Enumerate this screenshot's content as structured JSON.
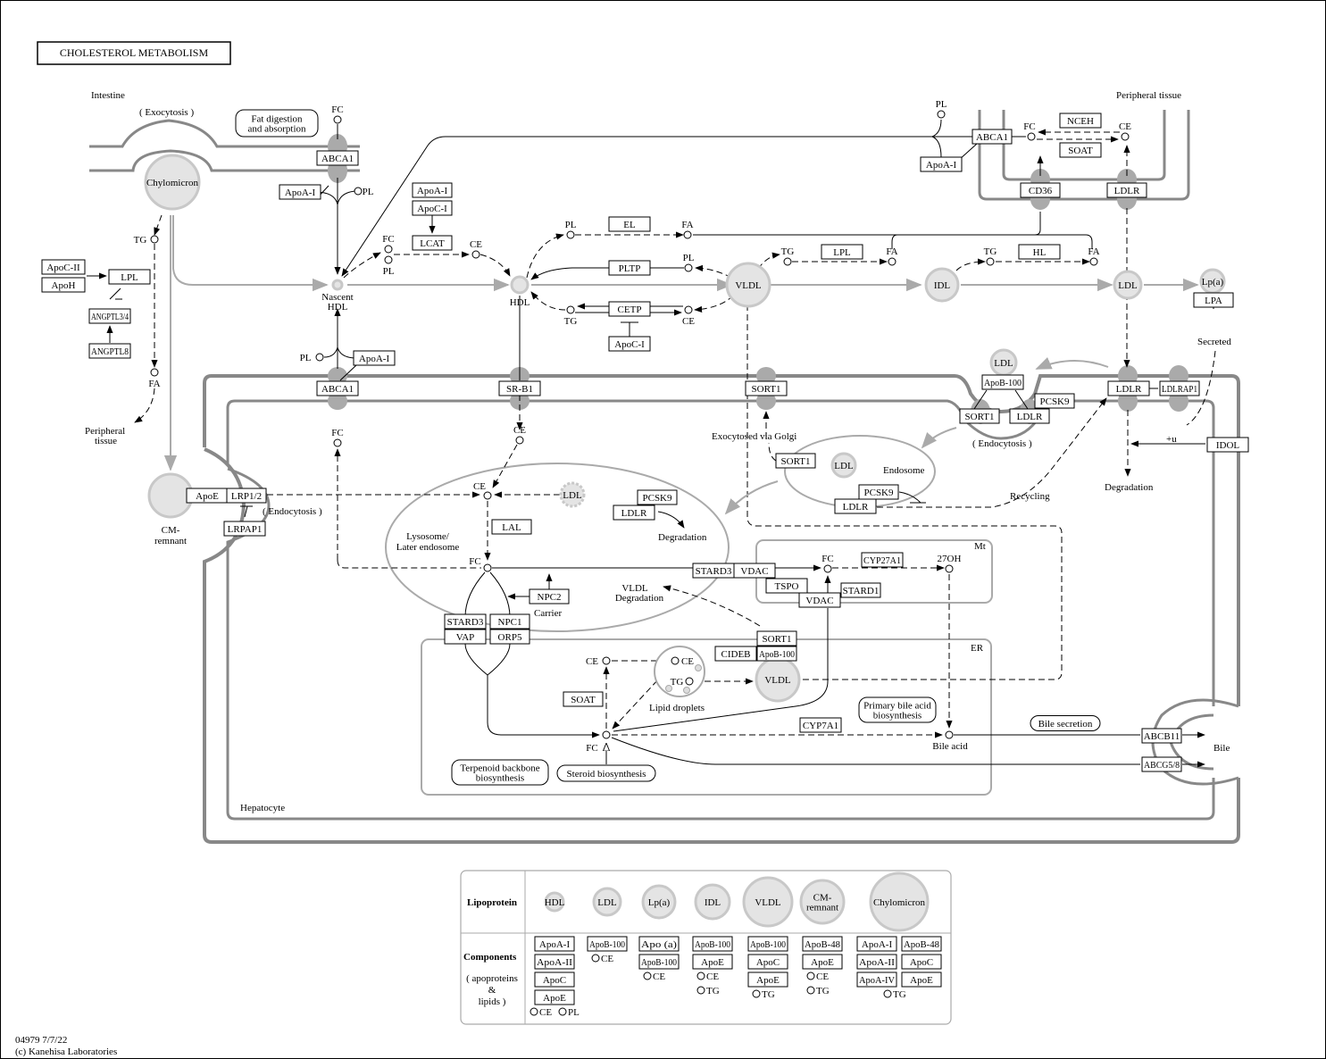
{
  "title": "CHOLESTEROL METABOLISM",
  "footer": {
    "id_date": "04979 7/7/22",
    "copyright": "(c) Kanehisa Laboratories"
  },
  "regions": {
    "intestine": "Intestine",
    "exocytosis": "( Exocytosis )",
    "peripheral_tissue_top": "Peripheral tissue",
    "peripheral_tissue_left": [
      "Peripheral",
      "tissue"
    ],
    "hepatocyte": "Hepatocyte",
    "lysosome": [
      "Lysosome/",
      "Later endosome"
    ],
    "endosome": "Endosome",
    "mt": "Mt",
    "er": "ER",
    "bile": "Bile",
    "lipid_droplets": "Lipid droplets",
    "endocytosis": "( Endocytosis )",
    "exocytosed_golgi": "Exocytosed via Golgi",
    "recycling": "Recycling",
    "degradation": "Degradation",
    "vldl_degradation": [
      "VLDL",
      "Degradation"
    ],
    "secreted": "Secreted",
    "carrier": "Carrier",
    "ubiquitin": "+u"
  },
  "lipoproteins": {
    "chylomicron": "Chylomicron",
    "cm_remnant": [
      "CM-",
      "remnant"
    ],
    "nascent_hdl": [
      "Nascent",
      "HDL"
    ],
    "hdl": "HDL",
    "vldl": "VLDL",
    "idl": "IDL",
    "ldl": "LDL",
    "lpa": "Lp(a)"
  },
  "compounds": {
    "fc": "FC",
    "ce": "CE",
    "pl": "PL",
    "tg": "TG",
    "fa": "FA",
    "oh27": "27OH",
    "bile_acid": "Bile acid"
  },
  "genes": {
    "abca1": "ABCA1",
    "apoa1": "ApoA-I",
    "apoc1": "ApoC-I",
    "apoc2": "ApoC-II",
    "apoh": "ApoH",
    "lpl": "LPL",
    "angptl34": "ANGPTL3/4",
    "angptl8": "ANGPTL8",
    "lcat": "LCAT",
    "el": "EL",
    "pltp": "PLTP",
    "cetp": "CETP",
    "hl": "HL",
    "cd36": "CD36",
    "ldlr": "LDLR",
    "nceh": "NCEH",
    "soat": "SOAT",
    "lpa": "LPA",
    "srb1": "SR-B1",
    "sort1": "SORT1",
    "apob100": "ApoB-100",
    "pcsk9": "PCSK9",
    "ldlrap1": "LDLRAP1",
    "idol": "IDOL",
    "apoe": "ApoE",
    "lrp12": "LRP1/2",
    "lrpap1": "LRPAP1",
    "lal": "LAL",
    "npc2": "NPC2",
    "stard3": "STARD3",
    "vap": "VAP",
    "npc1": "NPC1",
    "orp5": "ORP5",
    "vdac": "VDAC",
    "tspo": "TSPO",
    "stard1": "STARD1",
    "cyp27a1": "CYP27A1",
    "cyp7a1": "CYP7A1",
    "cideb": "CIDEB",
    "abcb11": "ABCB11",
    "abcg58": "ABCG5/8"
  },
  "maps": {
    "fat_digestion": [
      "Fat digestion",
      "and absorption"
    ],
    "primary_bile": [
      "Primary bile acid",
      "biosynthesis"
    ],
    "bile_secretion": "Bile secretion",
    "terpenoid": [
      "Terpenoid backbone",
      "biosynthesis"
    ],
    "steroid": "Steroid biosynthesis"
  },
  "legend": {
    "row1_header": "Lipoprotein",
    "row2_header": "Components",
    "row2_sub": [
      "( apoproteins",
      "&",
      "lipids )"
    ],
    "columns": [
      {
        "name": "HDL",
        "genes": [
          "ApoA-I",
          "ApoA-II",
          "ApoC",
          "ApoE"
        ],
        "lipids": [
          "CE",
          "PL"
        ]
      },
      {
        "name": "LDL",
        "genes": [
          "ApoB-100"
        ],
        "lipids": [
          "CE"
        ]
      },
      {
        "name": "Lp(a)",
        "genes": [
          "Apo (a)",
          "ApoB-100"
        ],
        "lipids": [
          "CE"
        ]
      },
      {
        "name": "IDL",
        "genes": [
          "ApoB-100",
          "ApoE"
        ],
        "lipids": [
          "CE",
          "TG"
        ]
      },
      {
        "name": "VLDL",
        "genes": [
          "ApoB-100",
          "ApoC",
          "ApoE"
        ],
        "lipids": [
          "TG"
        ]
      },
      {
        "name": "CM-remnant",
        "label": [
          "CM-",
          "remnant"
        ],
        "genes": [
          "ApoB-48",
          "ApoE"
        ],
        "lipids": [
          "CE",
          "TG"
        ]
      },
      {
        "name": "Chylomicron",
        "genes": [
          "ApoA-I",
          "ApoB-48",
          "ApoA-II",
          "ApoC",
          "ApoA-IV",
          "ApoE"
        ],
        "lipids": [
          "TG"
        ]
      }
    ]
  },
  "colors": {
    "membrane": "#888888",
    "organelle": "#aaaaaa",
    "lipoprotein_fill": "#e4e4e4",
    "lipoprotein_stroke": "#c8c8c8"
  }
}
